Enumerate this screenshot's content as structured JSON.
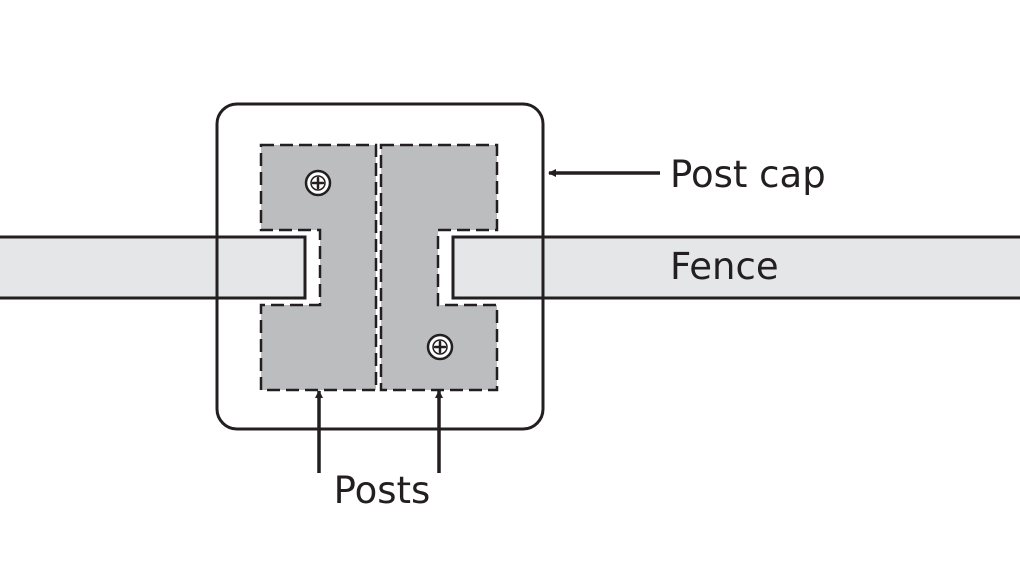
{
  "labels": {
    "post_cap": "Post cap",
    "fence": "Fence",
    "posts": "Posts"
  },
  "colors": {
    "stroke": "#231f20",
    "fence_fill": "#e5e6e7",
    "post_fill": "#bcbdbf",
    "cap_fill": "#ffffff",
    "screw_fill": "#ffffff"
  },
  "icons": {
    "screw": "screw-icon",
    "arrow": "arrow-icon"
  }
}
